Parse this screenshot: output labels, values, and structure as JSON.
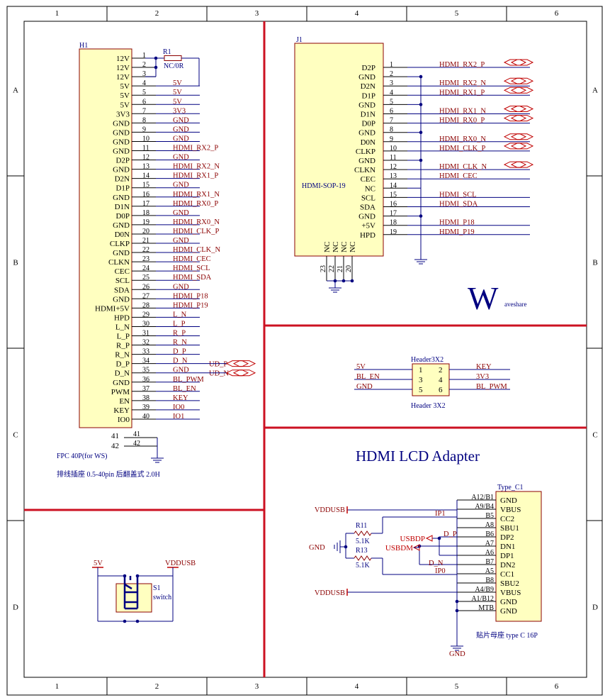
{
  "frame": {
    "columns": [
      "1",
      "2",
      "3",
      "4",
      "5",
      "6"
    ],
    "rows": [
      "A",
      "B",
      "C",
      "D"
    ]
  },
  "h1": {
    "designator": "H1",
    "part": "FPC 40P(for WS)",
    "desc": "排线插座 0.5-40pin 后翻盖式 2.0H",
    "pins": [
      {
        "n": "1",
        "name": "12V",
        "net": ""
      },
      {
        "n": "2",
        "name": "12V",
        "net": ""
      },
      {
        "n": "3",
        "name": "12V",
        "net": ""
      },
      {
        "n": "4",
        "name": "5V",
        "net": "5V"
      },
      {
        "n": "5",
        "name": "5V",
        "net": "5V"
      },
      {
        "n": "6",
        "name": "5V",
        "net": "5V"
      },
      {
        "n": "7",
        "name": "3V3",
        "net": "3V3"
      },
      {
        "n": "8",
        "name": "GND",
        "net": "GND"
      },
      {
        "n": "9",
        "name": "GND",
        "net": "GND"
      },
      {
        "n": "10",
        "name": "GND",
        "net": "GND"
      },
      {
        "n": "11",
        "name": "GND",
        "net": "HDMI_RX2_P"
      },
      {
        "n": "12",
        "name": "D2P",
        "net": "GND"
      },
      {
        "n": "13",
        "name": "GND",
        "net": "HDMI_RX2_N"
      },
      {
        "n": "14",
        "name": "D2N",
        "net": "HDMI_RX1_P"
      },
      {
        "n": "15",
        "name": "D1P",
        "net": "GND"
      },
      {
        "n": "16",
        "name": "GND",
        "net": "HDMI_RX1_N"
      },
      {
        "n": "17",
        "name": "D1N",
        "net": "HDMI_RX0_P"
      },
      {
        "n": "18",
        "name": "D0P",
        "net": "GND"
      },
      {
        "n": "19",
        "name": "GND",
        "net": "HDMI_RX0_N"
      },
      {
        "n": "20",
        "name": "D0N",
        "net": "HDMI_CLK_P"
      },
      {
        "n": "21",
        "name": "CLKP",
        "net": "GND"
      },
      {
        "n": "22",
        "name": "GND",
        "net": "HDMI_CLK_N"
      },
      {
        "n": "23",
        "name": "CLKN",
        "net": "HDMI_CEC"
      },
      {
        "n": "24",
        "name": "CEC",
        "net": "HDMI_SCL"
      },
      {
        "n": "25",
        "name": "SCL",
        "net": "HDMI_SDA"
      },
      {
        "n": "26",
        "name": "SDA",
        "net": "GND"
      },
      {
        "n": "27",
        "name": "GND",
        "net": "HDMI_P18"
      },
      {
        "n": "28",
        "name": "HDMI+5V",
        "net": "HDMI_P19"
      },
      {
        "n": "29",
        "name": "HPD",
        "net": "L_N"
      },
      {
        "n": "30",
        "name": "L_N",
        "net": "L_P"
      },
      {
        "n": "31",
        "name": "L_P",
        "net": "R_P"
      },
      {
        "n": "32",
        "name": "R_P",
        "net": "R_N"
      },
      {
        "n": "33",
        "name": "R_N",
        "net": "D_P"
      },
      {
        "n": "34",
        "name": "D_P",
        "net": "D_N"
      },
      {
        "n": "35",
        "name": "D_N",
        "net": "GND"
      },
      {
        "n": "36",
        "name": "GND",
        "net": "BL_PWM"
      },
      {
        "n": "37",
        "name": "PWM",
        "net": "BL_EN"
      },
      {
        "n": "38",
        "name": "EN",
        "net": "KEY"
      },
      {
        "n": "39",
        "name": "KEY",
        "net": "IO0"
      },
      {
        "n": "40",
        "name": "IO0",
        "net": "IO1"
      }
    ],
    "last_pin_name": "IO1",
    "extra_pins": [
      "41",
      "42"
    ],
    "usb_ports": [
      "UD_P",
      "UD_N"
    ]
  },
  "r1": {
    "designator": "R1",
    "value": "NC/0R"
  },
  "j1": {
    "designator": "J1",
    "part": "HDMI-SOP-19",
    "pins": [
      {
        "n": "1",
        "name": "D2P",
        "net": "HDMI_RX2_P"
      },
      {
        "n": "2",
        "name": "GND",
        "net": ""
      },
      {
        "n": "3",
        "name": "D2N",
        "net": "HDMI_RX2_N"
      },
      {
        "n": "4",
        "name": "D1P",
        "net": "HDMI_RX1_P"
      },
      {
        "n": "5",
        "name": "GND",
        "net": ""
      },
      {
        "n": "6",
        "name": "D1N",
        "net": "HDMI_RX1_N"
      },
      {
        "n": "7",
        "name": "D0P",
        "net": "HDMI_RX0_P"
      },
      {
        "n": "8",
        "name": "GND",
        "net": ""
      },
      {
        "n": "9",
        "name": "D0N",
        "net": "HDMI_RX0_N"
      },
      {
        "n": "10",
        "name": "CLKP",
        "net": "HDMI_CLK_P"
      },
      {
        "n": "11",
        "name": "GND",
        "net": ""
      },
      {
        "n": "12",
        "name": "CLKN",
        "net": "HDMI_CLK_N"
      },
      {
        "n": "13",
        "name": "CEC",
        "net": "HDMI_CEC"
      },
      {
        "n": "14",
        "name": "NC",
        "net": ""
      },
      {
        "n": "15",
        "name": "SCL",
        "net": "HDMI_SCL"
      },
      {
        "n": "16",
        "name": "SDA",
        "net": "HDMI_SDA"
      },
      {
        "n": "17",
        "name": "GND",
        "net": ""
      },
      {
        "n": "18",
        "name": "+5V",
        "net": "HDMI_P18"
      },
      {
        "n": "19",
        "name": "HPD",
        "net": "HDMI_P19"
      }
    ],
    "bottom_pins": [
      {
        "n": "23",
        "name": "NC"
      },
      {
        "n": "22",
        "name": "NC"
      },
      {
        "n": "21",
        "name": "NC"
      },
      {
        "n": "20",
        "name": "NC"
      }
    ]
  },
  "logo": {
    "letter": "W",
    "text": "aveshare"
  },
  "header3x2": {
    "designator": "Header3X2",
    "part": "Header 3X2",
    "left_nets": [
      "5V",
      "BL_EN",
      "GND"
    ],
    "right_nets": [
      "KEY",
      "3V3",
      "BL_PWM"
    ],
    "left_pins": [
      "1",
      "3",
      "5"
    ],
    "right_pins": [
      "2",
      "4",
      "6"
    ]
  },
  "title": "HDMI LCD Adapter",
  "typec": {
    "designator": "Type_C1",
    "part": "贴片母座 type C 16P",
    "pins": [
      {
        "n": "A12/B1",
        "name": "GND"
      },
      {
        "n": "A9/B4",
        "name": "VBUS"
      },
      {
        "n": "B5",
        "name": "CC2"
      },
      {
        "n": "A8",
        "name": "SBU1"
      },
      {
        "n": "B6",
        "name": "DP2"
      },
      {
        "n": "A7",
        "name": "DN1"
      },
      {
        "n": "A6",
        "name": "DP1"
      },
      {
        "n": "B7",
        "name": "DN2"
      },
      {
        "n": "A5",
        "name": "CC1"
      },
      {
        "n": "B8",
        "name": "SBU2"
      },
      {
        "n": "A4/B9",
        "name": "VBUS"
      },
      {
        "n": "A1/B12",
        "name": "GND"
      },
      {
        "n": "MTB",
        "name": "GND"
      }
    ],
    "net_vddusb": "VDDUSB",
    "net_gnd": "GND",
    "net_gnd_bottom": "GND",
    "net_ip1": "IP1",
    "net_ip0": "IP0",
    "net_dp": "D_P",
    "net_dn": "D_N",
    "port_usbdp": "USBDP",
    "port_usbdm": "USBDM",
    "r11": {
      "designator": "R11",
      "value": "5.1K"
    },
    "r13": {
      "designator": "R13",
      "value": "5.1K"
    }
  },
  "s1": {
    "designator": "S1",
    "part": "switch",
    "net_left": "5V",
    "net_right": "VDDUSB"
  }
}
